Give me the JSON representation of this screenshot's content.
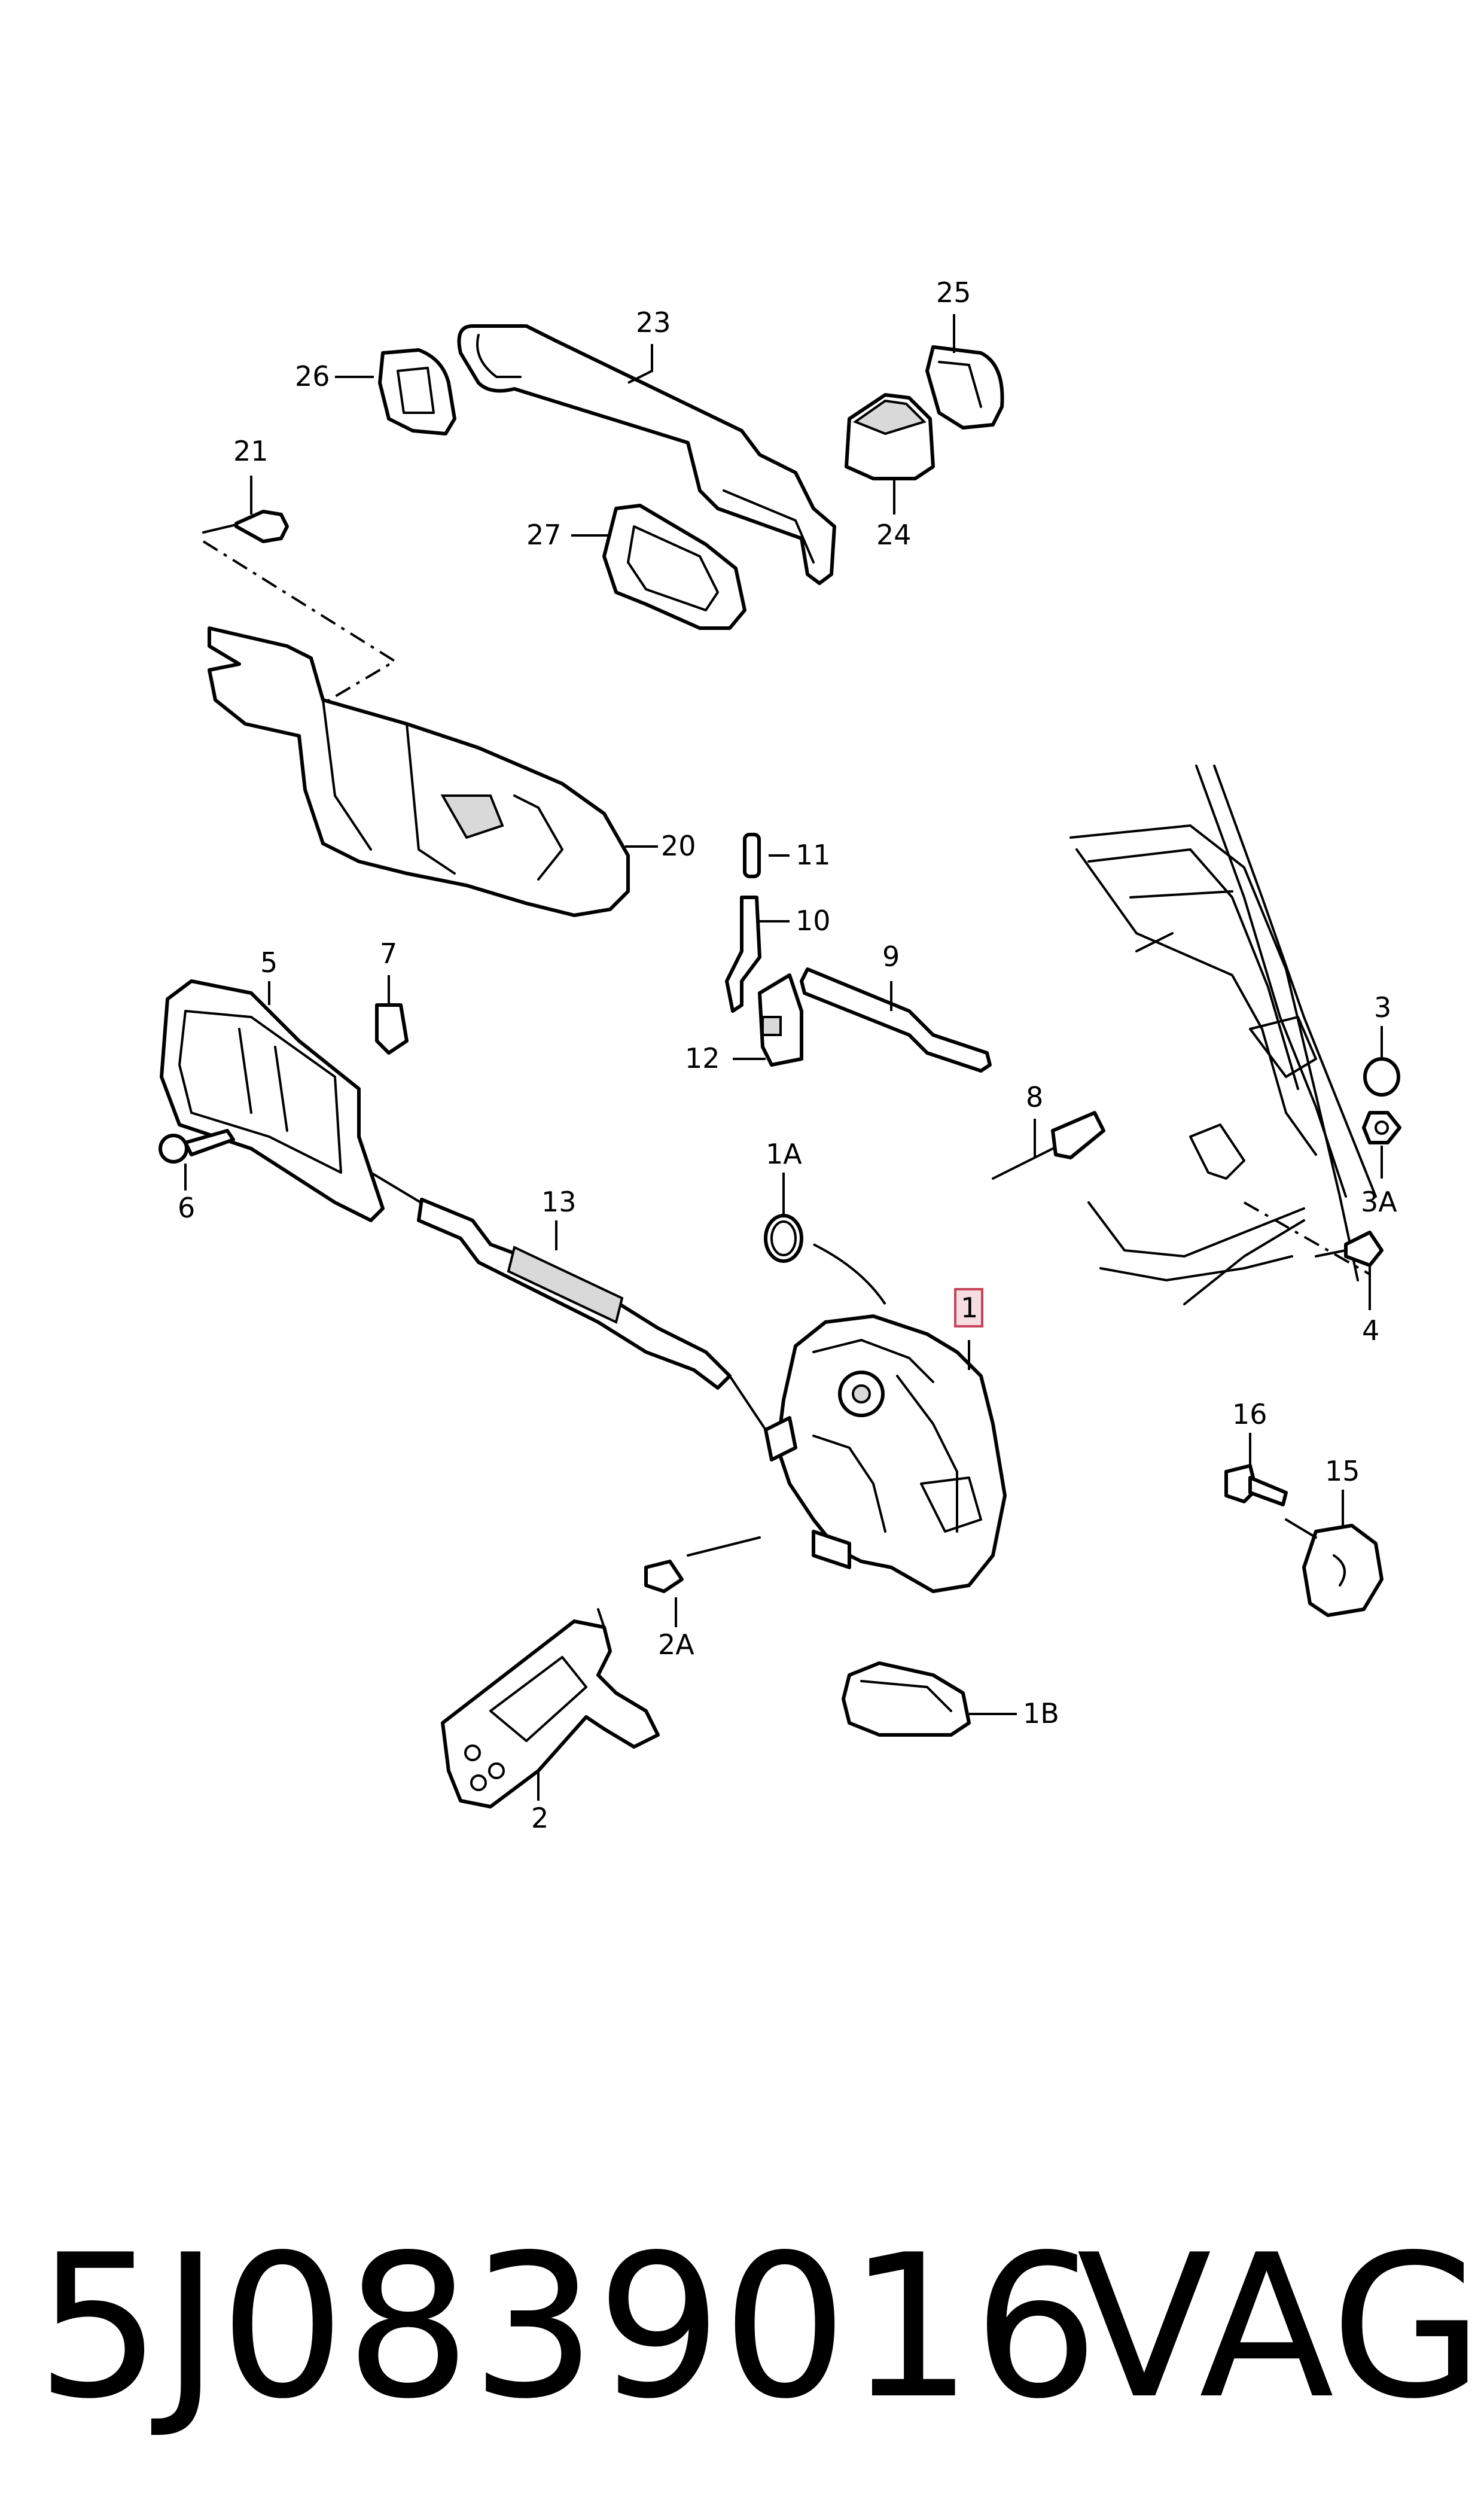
{
  "diagram": {
    "callouts": {
      "c1": "1",
      "c1A": "1A",
      "c1B": "1B",
      "c2": "2",
      "c2A": "2A",
      "c3": "3",
      "c3A": "3A",
      "c4": "4",
      "c5": "5",
      "c6": "6",
      "c7": "7",
      "c8": "8",
      "c9": "9",
      "c10": "10",
      "c11": "11",
      "c12": "12",
      "c13": "13",
      "c15": "15",
      "c16": "16",
      "c20": "20",
      "c21": "21",
      "c23": "23",
      "c24": "24",
      "c25": "25",
      "c26": "26",
      "c27": "27"
    },
    "highlighted_callout": "1",
    "colors": {
      "line": "#000000",
      "highlight_fill": "#f6dde1",
      "highlight_stroke": "#c8435a"
    }
  },
  "footer": {
    "part_number": "5J0839016",
    "brand": "VAG"
  }
}
